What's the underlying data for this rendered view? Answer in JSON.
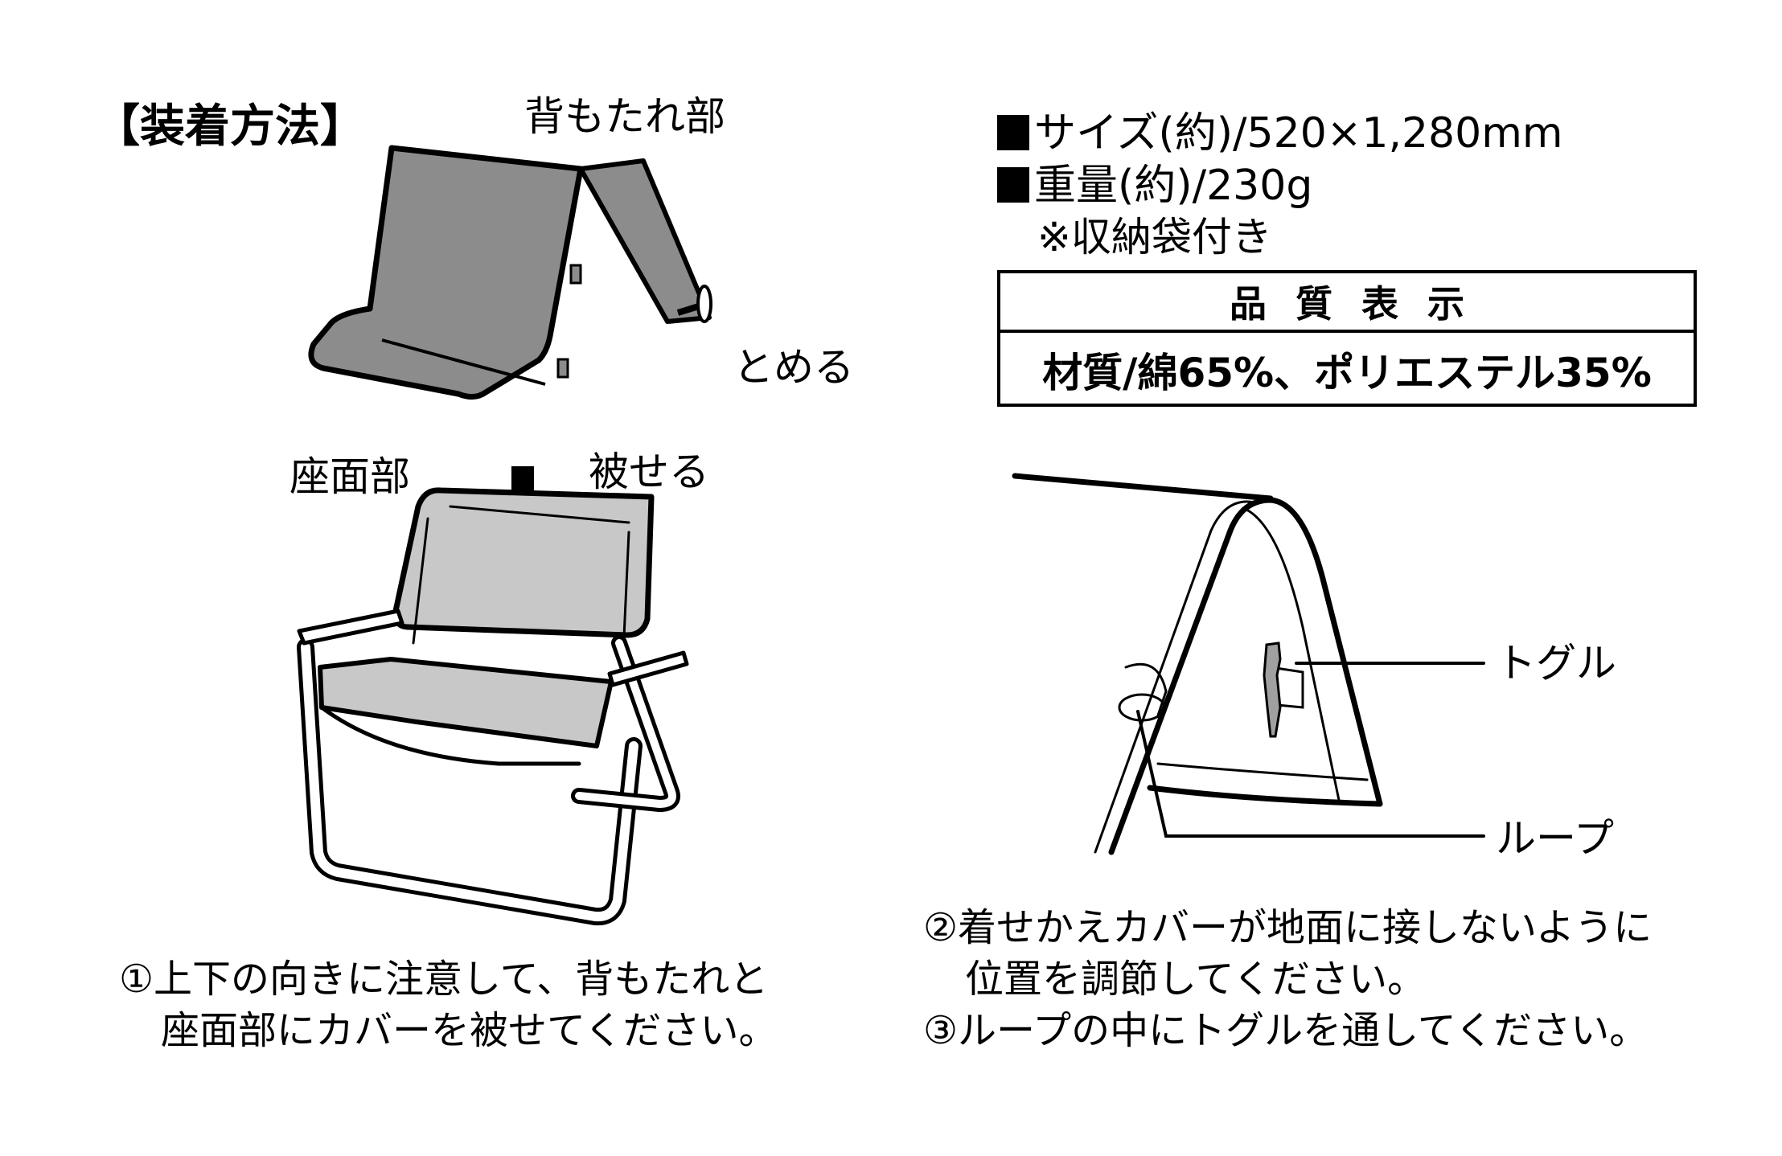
{
  "heading": "【装着方法】",
  "left_illustration": {
    "label_backrest": "背もたれ部",
    "label_fasten": "とめる",
    "label_seat": "座面部",
    "label_cover": "被せる",
    "cover_color": "#8c8c8c",
    "chair_fabric_color": "#c8c8c8"
  },
  "specs": {
    "size": "サイズ(約)/520×1,280mm",
    "weight": "重量(約)/230g",
    "note": "※収納袋付き"
  },
  "quality_label": {
    "title": "品質表示",
    "material": "材質/綿65%、ポリエステル35%"
  },
  "right_illustration": {
    "label_toggle": "トグル",
    "label_loop": "ループ",
    "toggle_color": "#a0a0a0"
  },
  "instructions": {
    "step1_line1": "①上下の向きに注意して、背もたれと",
    "step1_line2": "座面部にカバーを被せてください。",
    "step2_line1": "②着せかえカバーが地面に接しないように",
    "step2_line2": "位置を調節してください。",
    "step3": "③ループの中にトグルを通してください。"
  }
}
